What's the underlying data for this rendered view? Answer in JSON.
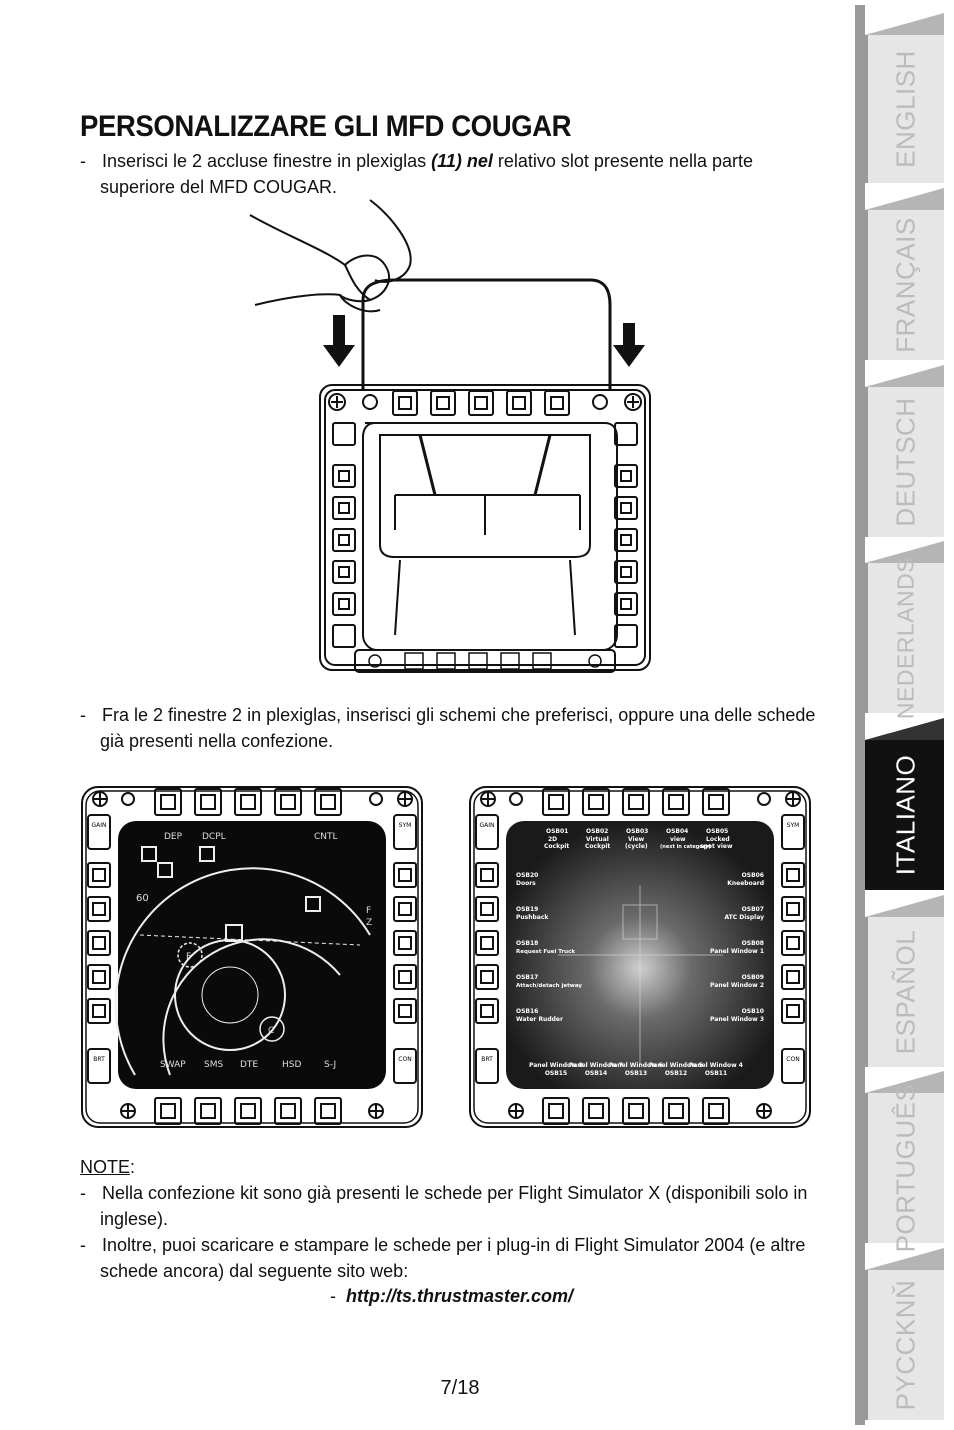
{
  "title": "PERSONALIZZARE GLI MFD COUGAR",
  "para1": {
    "dash": "-",
    "text_a": "Inserisci le 2 accluse finestre in plexiglas ",
    "emph": "(11) nel",
    "text_b": " relativo slot presente nella parte",
    "line2": "superiore del MFD COUGAR."
  },
  "para2": {
    "dash": "-",
    "line1": "Fra le 2 finestre 2 in plexiglas, inserisci gli schemi che preferisci, oppure una delle schede",
    "line2": "già presenti nella confezione."
  },
  "note": {
    "label": "NOTE",
    "colon": ":",
    "item1_line1": "Nella confezione kit sono già presenti le schede per Flight Simulator X (disponibili solo in",
    "item1_line2": "inglese).",
    "item2_line1": "Inoltre, puoi scaricare e stampare le schede per i plug-in di Flight Simulator 2004 (e altre",
    "item2_line2": "schede ancora) dal seguente sito web:",
    "url_dash": "-",
    "url": "http://ts.thrustmaster.com/"
  },
  "page_number": "7/18",
  "tabs": [
    {
      "label": "ENGLISH",
      "active": false
    },
    {
      "label": "FRANÇAIS",
      "active": false
    },
    {
      "label": "DEUTSCH",
      "active": false
    },
    {
      "label": "NEDERLANDS",
      "active": false
    },
    {
      "label": "ITALIANO",
      "active": true
    },
    {
      "label": "ESPAÑOL",
      "active": false
    },
    {
      "label": "PORTUGUÊS",
      "active": false
    },
    {
      "label": "PYCCKNŇ",
      "active": false
    }
  ],
  "mfd_left": {
    "gain": "GAIN",
    "sym": "SYM",
    "brt": "BRT",
    "con": "CON",
    "top_labels": [
      "DEP",
      "DCPL",
      "CNTL"
    ],
    "bottom_labels": [
      "SWAP",
      "SMS",
      "DTE",
      "HSD",
      "S-J"
    ],
    "side_marks": [
      "60",
      "F",
      "Z"
    ],
    "circle_marks": [
      "F",
      "C"
    ]
  },
  "mfd_right": {
    "gain": "GAIN",
    "sym": "SYM",
    "brt": "BRT",
    "con": "CON",
    "top_labels": [
      {
        "osb": "OSB01",
        "l1": "2D",
        "l2": "Cockpit"
      },
      {
        "osb": "OSB02",
        "l1": "Virtual",
        "l2": "Cockpit"
      },
      {
        "osb": "OSB03",
        "l1": "View",
        "l2": "(cycle)"
      },
      {
        "osb": "OSB04",
        "l1": "view",
        "l2": "(next in category)"
      },
      {
        "osb": "OSB05",
        "l1": "Locked",
        "l2": "spot view"
      }
    ],
    "left_labels": [
      {
        "osb": "OSB20",
        "text": "Doors"
      },
      {
        "osb": "OSB19",
        "text": "Pushback"
      },
      {
        "osb": "OSB18",
        "text": "Request Fuel Truck"
      },
      {
        "osb": "OSB17",
        "text": "Attach/detach jetway"
      },
      {
        "osb": "OSB16",
        "text": "Water Rudder"
      }
    ],
    "right_labels": [
      {
        "osb": "OSB06",
        "text": "Kneeboard"
      },
      {
        "osb": "OSB07",
        "text": "ATC Display"
      },
      {
        "osb": "OSB08",
        "text": "Panel Window 1"
      },
      {
        "osb": "OSB09",
        "text": "Panel Window 2"
      },
      {
        "osb": "OSB10",
        "text": "Panel Window 3"
      }
    ],
    "bottom_labels": [
      {
        "osb": "OSB15",
        "text": "Panel Window 8"
      },
      {
        "osb": "OSB14",
        "text": "Panel Window 7"
      },
      {
        "osb": "OSB13",
        "text": "Panel Window 6"
      },
      {
        "osb": "OSB12",
        "text": "Panel Window 5"
      },
      {
        "osb": "OSB11",
        "text": "Panel Window 4"
      }
    ]
  }
}
